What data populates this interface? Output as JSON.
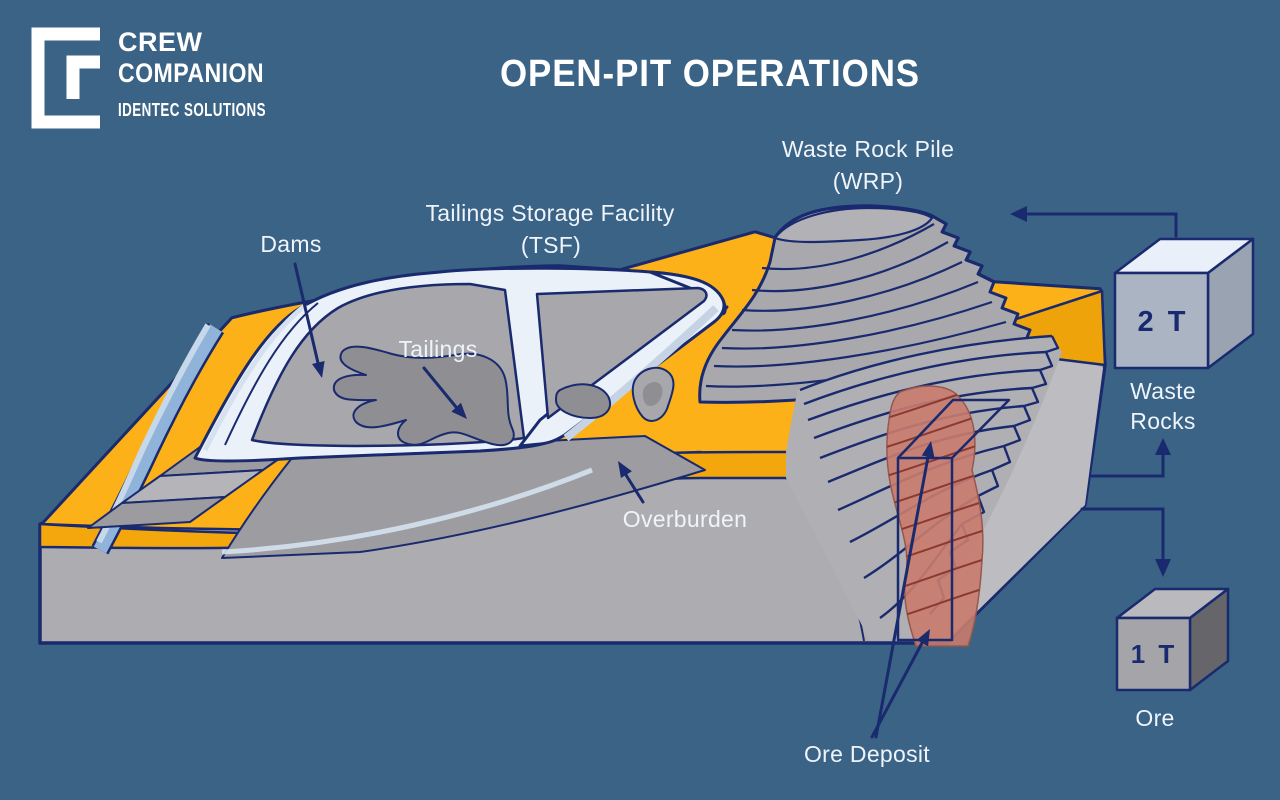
{
  "header": {
    "logo": {
      "brand_line1": "CREW",
      "brand_line2": "COMPANION",
      "brand_line3": "IDENTEC SOLUTIONS"
    },
    "title": "OPEN-PIT OPERATIONS"
  },
  "diagram": {
    "labels": {
      "waste_rock_pile": "Waste Rock Pile",
      "waste_rock_pile_abbr": "(WRP)",
      "tsf": "Tailings Storage Facility",
      "tsf_abbr": "(TSF)",
      "dams": "Dams",
      "tailings": "Tailings",
      "overburden": "Overburden",
      "ore_deposit": "Ore Deposit",
      "waste_rocks_line1": "Waste",
      "waste_rocks_line2": "Rocks",
      "ore": "Ore"
    },
    "cubes": {
      "waste_cube_value": "2 T",
      "ore_cube_value": "1 T"
    },
    "colors": {
      "background": "#3A6386",
      "outline_navy": "#1A2A6E",
      "overburden_yellow": "#FBB117",
      "rock_gray": "#ACACB1",
      "dam_white": "#EBF1F9",
      "water_blue": "#9FBEDF",
      "ore_red": "#C97B6D",
      "label_text": "#EFF4FB"
    }
  }
}
